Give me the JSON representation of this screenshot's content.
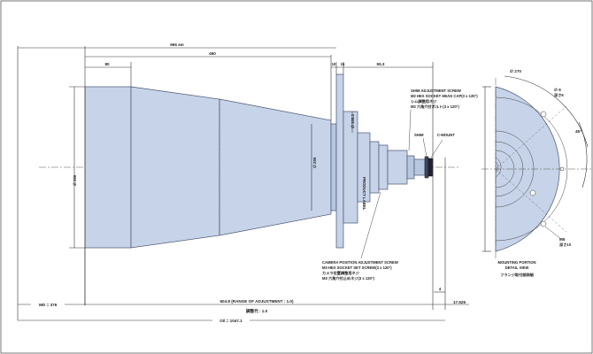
{
  "dimensions": {
    "overall_length": "666 ±m",
    "body_length": "460",
    "front_section": "80",
    "flange_gap_a": "10",
    "flange_gap_b": "15",
    "rear_section": "55.3",
    "front_diameter": "∅ 300",
    "mid_diameter": "∅ 260",
    "flange_small_dia": "∅ 105.1",
    "c_mount_offset": "4",
    "flange_diameter": "∅ 270",
    "hole_dia": "∅ 6",
    "hole_depth": "深さ6",
    "angle": "45°",
    "thread": "M5",
    "thread_depth": "深さ10"
  },
  "labels": {
    "wd": "WD = 376",
    "adjustment_range": "604.8 (RANGE OF ADJUSTMENT : 1.0)",
    "adjustment_jp": "調整代 : 1.0",
    "oil": "Oil = 1047.1",
    "flange_back": "17.526",
    "product_label": "PRODUCT LABEL",
    "shim": "SHIM",
    "c_mount": "C-MOUNT",
    "shim_screw_title": "SHIM ADJUSTMENT SCREW",
    "shim_screw_spec": "M2 HEX SOCKET HEAD CAP(3 x 120°)",
    "shim_screw_jp1": "シム調整用ネジ",
    "shim_screw_jp2": "M2 六角穴付ボルト(3 x 120°)",
    "camera_screw_title": "CAMERA POSITION ADJUSTMENT SCREW",
    "camera_screw_spec": "M3 HEX SOCKET SET SCREW(3 x 120°)",
    "camera_screw_jp1": "カメラ位置調整用ネジ",
    "camera_screw_jp2": "M3 六角穴付止めネジ(3 x 120°)",
    "detail_title": "MOUNTING PORTION",
    "detail_sub": "DETAIL VIEW",
    "detail_jp": "フランジ取付部詳細"
  }
}
